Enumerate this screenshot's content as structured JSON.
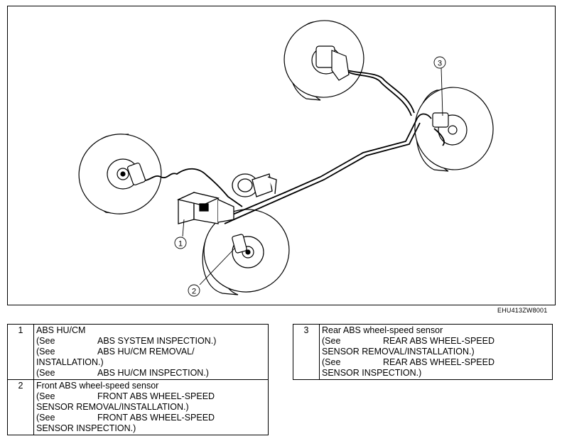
{
  "callouts": [
    "1",
    "2",
    "3"
  ],
  "figure_code": "EHU413ZW8001",
  "legend": [
    {
      "num": "1",
      "title": "ABS HU/CM",
      "refs": [
        {
          "see": "(See",
          "text": "ABS SYSTEM INSPECTION.)"
        },
        {
          "see": "(See",
          "text": "ABS HU/CM REMOVAL/",
          "cont": "INSTALLATION.)"
        },
        {
          "see": "(See",
          "text": "ABS HU/CM INSPECTION.)"
        }
      ]
    },
    {
      "num": "2",
      "title": "Front ABS wheel-speed sensor",
      "refs": [
        {
          "see": "(See",
          "text": "FRONT ABS WHEEL-SPEED",
          "cont": "SENSOR REMOVAL/INSTALLATION.)"
        },
        {
          "see": "(See",
          "text": "FRONT ABS WHEEL-SPEED",
          "cont": "SENSOR INSPECTION.)"
        }
      ]
    },
    {
      "num": "3",
      "title": "Rear ABS wheel-speed sensor",
      "refs": [
        {
          "see": "(See",
          "text": "REAR ABS WHEEL-SPEED",
          "cont": "SENSOR REMOVAL/INSTALLATION.)"
        },
        {
          "see": "(See",
          "text": "REAR ABS WHEEL-SPEED",
          "cont": "SENSOR INSPECTION.)"
        }
      ]
    }
  ]
}
